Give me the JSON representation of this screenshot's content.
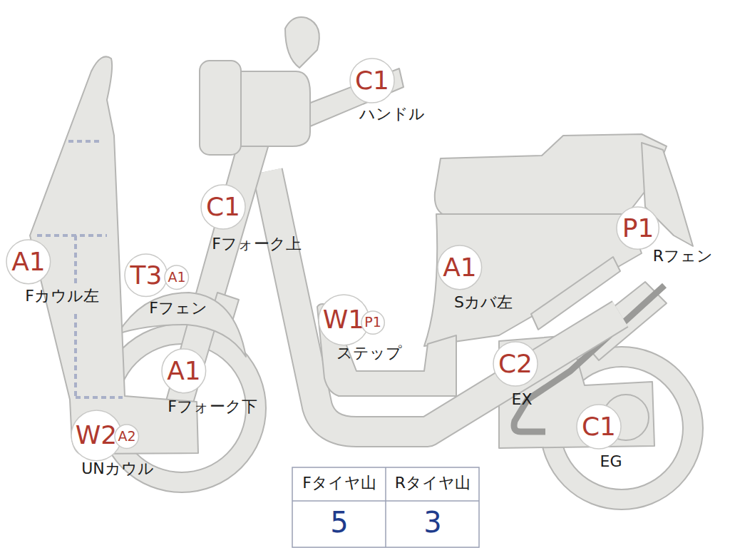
{
  "diagram": {
    "nodes": [
      {
        "text": [
          "C1"
        ]
      },
      {
        "text": [
          "C1"
        ]
      },
      {
        "text": [
          "P1"
        ]
      },
      {
        "text": [
          "A1"
        ]
      },
      {
        "text": [
          "T3"
        ]
      },
      {
        "text": [
          "A1"
        ]
      },
      {
        "text": [
          "A1"
        ]
      },
      {
        "text": [
          "W1"
        ]
      },
      {
        "text": [
          "P1"
        ]
      },
      {
        "text": [
          "C2"
        ]
      },
      {
        "text": [
          "A1"
        ]
      },
      {
        "text": [
          "W2"
        ]
      },
      {
        "text": [
          "A2"
        ]
      },
      {
        "text": [
          "C1"
        ]
      }
    ],
    "labels": [
      "ハンドル",
      "Fフォーク上",
      "Rフェン",
      "Fカウル左",
      "Fフェン",
      "Sカバ左",
      "ステップ",
      "EX",
      "Fフォーク下",
      "UNカウル",
      "EG",
      "Fタイヤ山",
      "Rタイヤ山",
      "5",
      "3"
    ]
  }
}
